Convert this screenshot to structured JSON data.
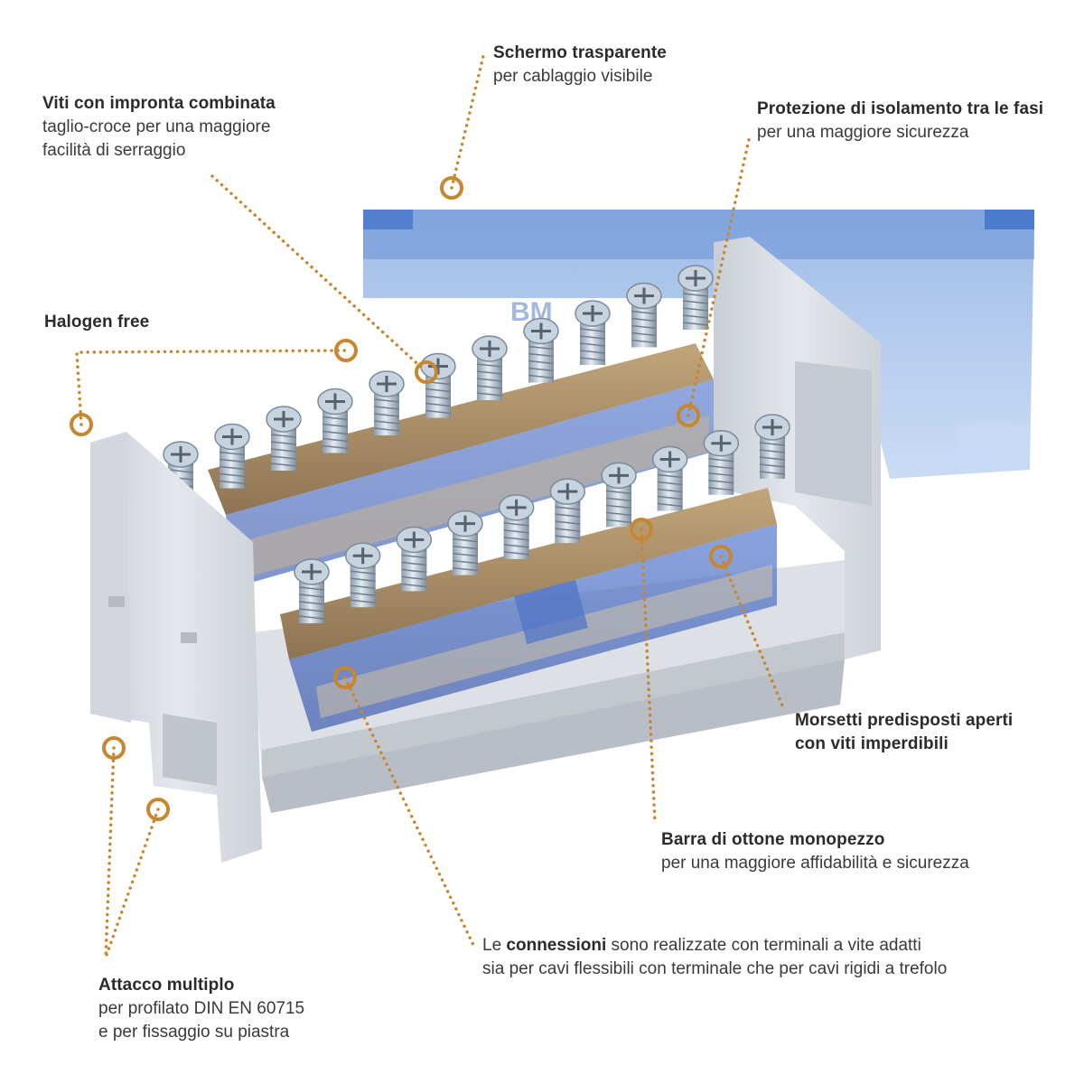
{
  "colors": {
    "accent": "#C8862E",
    "text": "#333333",
    "cover_blue": "#8FB3E6",
    "housing_grey": "#D9DDE3",
    "brass": "#A88D67",
    "screw_steel": "#B9C6D2"
  },
  "callouts": {
    "schermo": {
      "title": "Schermo trasparente",
      "lines": [
        "per cablaggio visibile"
      ]
    },
    "viti": {
      "title": "Viti con impronta combinata",
      "lines": [
        "taglio-croce per una maggiore",
        "facilità di serraggio"
      ]
    },
    "protezione": {
      "title": "Protezione di isolamento tra le fasi",
      "lines": [
        "per una maggiore sicurezza"
      ]
    },
    "halogen": {
      "title": "Halogen free",
      "lines": []
    },
    "morsetti": {
      "title": "Morsetti predisposti aperti",
      "lines": [
        "con viti imperdibili"
      ]
    },
    "barra": {
      "title": "Barra di ottone monopezzo",
      "lines": [
        "per una maggiore affidabilità e sicurezza"
      ]
    },
    "connessioni": {
      "prefix": "Le ",
      "bold": "connessioni",
      "suffix": " sono realizzate con terminali a vite adatti",
      "line2": "sia per cavi flessibili con terminale che per cavi rigidi a trefolo"
    },
    "attacco": {
      "title": "Attacco multiplo",
      "lines": [
        "per profilato DIN EN 60715",
        "e per fissaggio su piastra"
      ]
    }
  }
}
